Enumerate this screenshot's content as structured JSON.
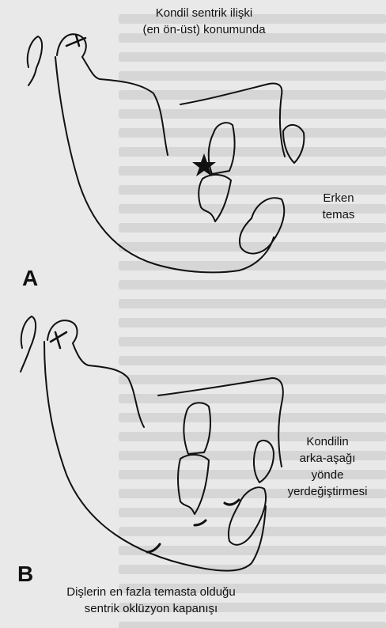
{
  "panel_a": {
    "letter": "A",
    "label_top": [
      "Kondil sentrik ilişki",
      "(en ön-üst) konumunda"
    ],
    "label_right": [
      "Erken",
      "temas"
    ]
  },
  "panel_b": {
    "letter": "B",
    "label_right": [
      "Kondilin",
      "arka-aşağı",
      "yönde",
      "yerdeğiştirmesi"
    ],
    "label_bottom": [
      "Dişlerin en fazla temasta olduğu",
      "sentrik oklüzyon kapanışı"
    ]
  }
}
